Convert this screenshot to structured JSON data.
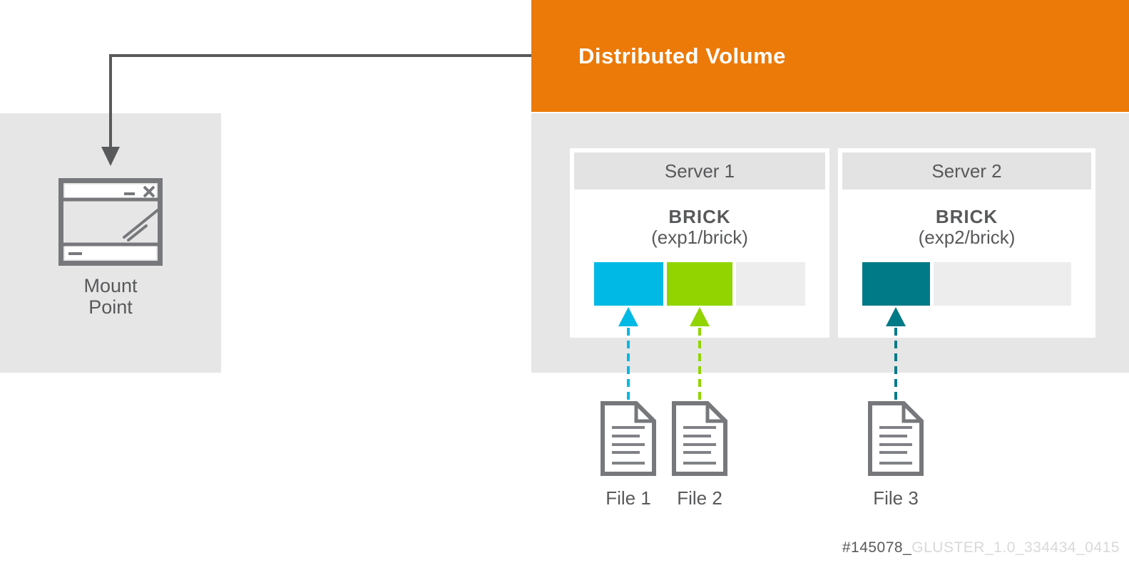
{
  "banner": {
    "title": "Distributed Volume"
  },
  "mount_point": {
    "label": "Mount\nPoint",
    "icon": "browser-window-icon"
  },
  "servers": [
    {
      "name": "Server 1",
      "brick": "BRICK",
      "path": "(exp1/brick)",
      "segments": [
        {
          "name": "file1-slot",
          "color": "#00b9e4",
          "filled": true
        },
        {
          "name": "file2-slot",
          "color": "#92d400",
          "filled": true
        },
        {
          "name": "empty-slot",
          "color": "#ededed",
          "filled": false
        }
      ]
    },
    {
      "name": "Server 2",
      "brick": "BRICK",
      "path": "(exp2/brick)",
      "segments": [
        {
          "name": "file3-slot",
          "color": "#007a87",
          "filled": true
        },
        {
          "name": "empty-slot",
          "color": "#ededed",
          "filled": false
        }
      ]
    }
  ],
  "files": [
    {
      "label": "File 1",
      "arrow_color": "#00b9e4",
      "icon": "document-icon"
    },
    {
      "label": "File 2",
      "arrow_color": "#92d400",
      "icon": "document-icon"
    },
    {
      "label": "File 3",
      "arrow_color": "#007a87",
      "icon": "document-icon"
    }
  ],
  "watermark": {
    "id": "#145078_",
    "suffix": "GLUSTER_1.0_334434_0415"
  },
  "colors": {
    "banner_orange": "#ec7a08",
    "connector_gray": "#58595b",
    "panel_gray": "#e6e6e6",
    "card_header_gray": "#e3e3e3",
    "empty_segment_gray": "#ededed",
    "icon_stroke_gray": "#77787b",
    "text_gray": "#58595b",
    "watermark_dark": "#595959",
    "watermark_light": "#d9d9d9"
  }
}
